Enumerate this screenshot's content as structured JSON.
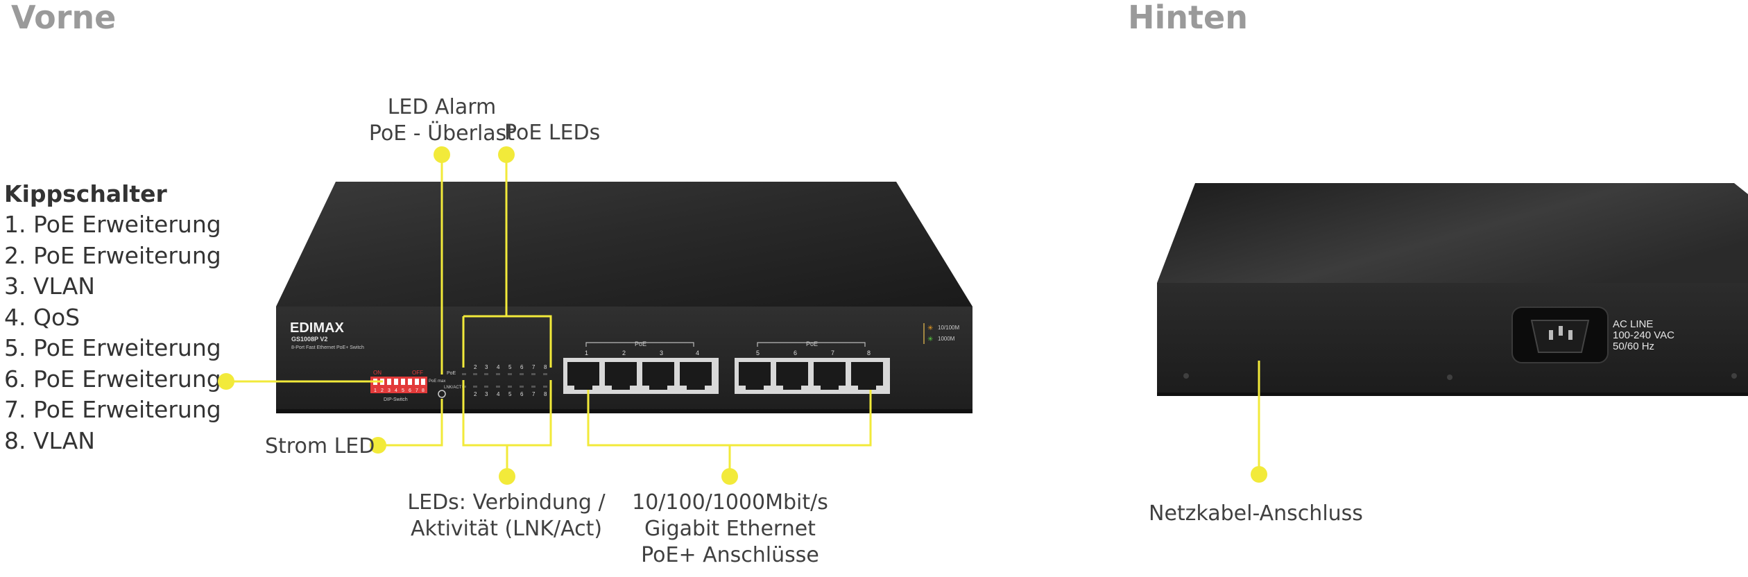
{
  "headings": {
    "front": "Vorne",
    "back": "Hinten"
  },
  "dip_legend": {
    "title": "Kippschalter",
    "items": [
      "1.  PoE Erweiterung",
      "2. PoE Erweiterung",
      "3. VLAN",
      "4. QoS",
      "5. PoE Erweiterung",
      "6. PoE Erweiterung",
      "7. PoE Erweiterung",
      "8. VLAN"
    ]
  },
  "callouts": {
    "led_alarm": [
      "LED Alarm",
      "PoE - Überlast"
    ],
    "poe_leds": "PoE LEDs",
    "power_led": "Strom LED",
    "lnk_act": [
      "LEDs: Verbindung /",
      "Aktivität (LNK/Act)"
    ],
    "ports": [
      "10/100/1000Mbit/s",
      "Gigabit Ethernet",
      "PoE+ Anschlüsse"
    ],
    "power_socket": "Netzkabel-Anschluss"
  },
  "device_front": {
    "brand": "EDIMAX",
    "model": "GS1008P V2",
    "description": "8-Port Fast Ethernet PoE+ Switch",
    "dip_on": "ON",
    "dip_off": "OFF",
    "dip_numbers": [
      "1",
      "2",
      "3",
      "4",
      "5",
      "6",
      "7",
      "8"
    ],
    "dip_label": "DIP-Switch",
    "poe_label": "PoE",
    "poe_max_label": "PoE max",
    "lnk_label": "LNK/ACT",
    "led_numbers": [
      "2",
      "3",
      "4",
      "5",
      "6",
      "7",
      "8"
    ],
    "group_label_left": "PoE",
    "group_label_right": "PoE",
    "port_numbers": [
      "1",
      "2",
      "3",
      "4",
      "5",
      "6",
      "7",
      "8"
    ],
    "speed_legend": [
      "10/100M",
      "1000M"
    ]
  },
  "device_back": {
    "ac_lines": [
      "AC LINE",
      "100-240 VAC",
      "50/60 Hz"
    ]
  },
  "colors": {
    "callout_yellow": "#f2ea3a",
    "chassis": "#262626",
    "heading_gray": "#9a9a9a",
    "dip_red": "#e23a3a"
  }
}
